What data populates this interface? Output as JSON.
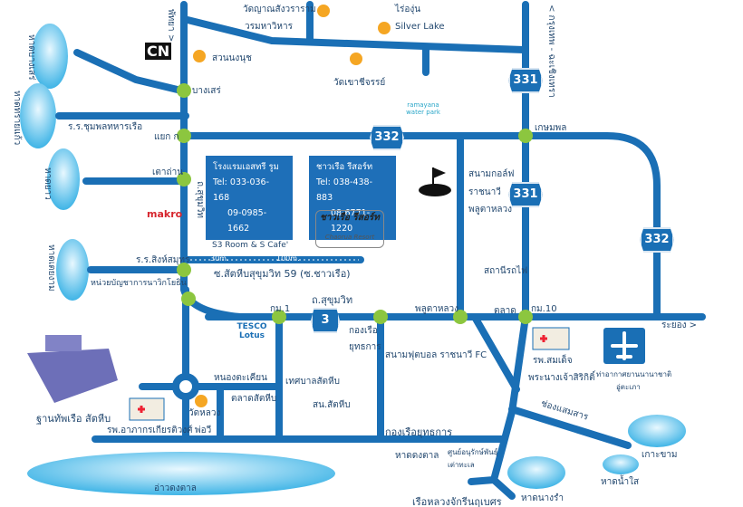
{
  "colors": {
    "road": "#1a6fb5",
    "junction": "#8cc63f",
    "landmark": "#f5a623",
    "water": "#7fd0f0",
    "box": "#1e6fb8"
  },
  "beaches_left": [
    "หาดบางเสร่",
    "หาดทรายแก้ว",
    "หาดยาว",
    "หาดเตยงาม"
  ],
  "directions": {
    "north_left": "พัทยา >",
    "north_right": "< กรุงเทพ - ฉะเชิงเทรา",
    "east": "ระยอง >"
  },
  "landmarks": {
    "wat_yan": "วัดญาณสังวราราม",
    "wat_yan2": "วรมหาวิหาร",
    "vineyard": "ไร่องุ่น",
    "silver_lake": "Silver Lake",
    "nongnooch": "สวนนงนุช",
    "wat_khao": "วัดเขาชีจรรย์",
    "ramayana": "ramayana water park",
    "cartoon": "CN",
    "bang_saray": "บางเสร่",
    "school_chumphon": "ร.ร.ชุมพลทหารเรือ",
    "yaek": "แยก ก",
    "tao_than": "เตาถ่าน",
    "sukhumvit_v": "ถ.สุขุมวิท",
    "kasem": "เกษมพล",
    "golf1": "สนามกอล์ฟ",
    "golf2": "ราชนาวี",
    "golf3": "พลูตาหลวง",
    "makro": "makro",
    "s3": "S3 Room & S Cafe'",
    "chaorua_logo": "ชาวเรือ รีสอร์ท",
    "chaorua_logo_en": "Chaorua Resort",
    "school_singh": "ร.ร.สิงห์สมุทร",
    "d30": "30m.",
    "d100": "100m.",
    "soi": "ซ.สัตหีบสุขุมวิท 59 (ซ.ชาวเรือ)",
    "marine": "หน่วยบัญชาการนาวิกโยธิน",
    "sukhumvit_h": "ถ.สุขุมวิท",
    "km1": "กม.1",
    "fleet1": "กองเรือ",
    "fleet2": "ยุทธการ",
    "plutaluang": "พลูตาหลวง",
    "station": "สถานีรถไฟ",
    "market": "ตลาด",
    "km10": "กม.10",
    "stadium": "สนามฟุตบอล ราชนาวี FC",
    "hosp1": "รพ.สมเด็จ",
    "hosp2": "พระนางเจ้าสิริกิติ์",
    "airport1": "ท่าอากาศยานนานาชาติ",
    "airport2": "อู่ตะเภา",
    "tesco": "TESCO Lotus",
    "nongtakhian": "หนองตะเคียน",
    "naval_base": "ฐานทัพเรือ สัตหีบ",
    "wat_luang1": "วัดหลวง",
    "wat_luang2": "พ่อวี",
    "sattahip_market": "ตลาดสัตหีบ",
    "municipal": "เทศบาลสัตหีบ",
    "police": "สน.สัตหีบ",
    "hosp_apakorn": "รพ.อาภากรเกียรติวงศ์",
    "fleet_bottom": "กองเรือยุทธการ",
    "dongtan_beach": "หาดดงตาล",
    "turtle1": "ศูนย์อนุรักษ์พันธุ์",
    "turtle2": "เต่าทะเล",
    "chakri": "เรือหลวงจักรีนฤเบศร",
    "nangram": "หาดนางรำ",
    "khao_bay": "อ่าวดงตาล",
    "samaesan": "ช่องแสมสาร",
    "koh_kham": "เกาะขาม",
    "nam_sai": "หาดน้ำใส"
  },
  "info_boxes": [
    {
      "title": "โรงแรมเอสทรี รูม",
      "tel_label": "Tel:",
      "tel1": "033-036-168",
      "tel2": "09-0985-1662"
    },
    {
      "title": "ชาวเรือ รีสอร์ท",
      "tel_label": "Tel:",
      "tel1": "038-438-883",
      "tel2": "08-6771-1220"
    }
  ],
  "route_shields": [
    "331",
    "331",
    "332",
    "332",
    "3"
  ]
}
